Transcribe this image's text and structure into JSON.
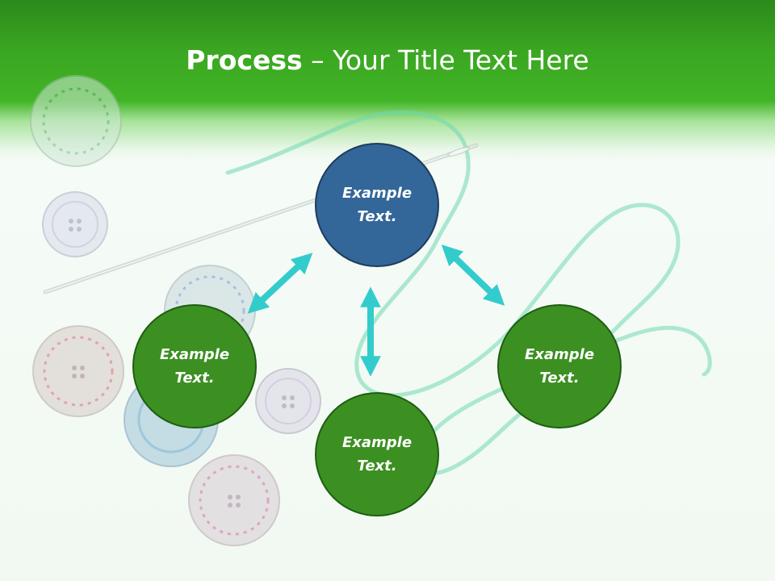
{
  "title": {
    "bold": "Process",
    "rest": " – Your Title Text Here"
  },
  "colors": {
    "header_green": "#3aa521",
    "center_node": "#336699",
    "outer_node": "#3b9021",
    "arrow": "#33cccc",
    "thread": "#7fe0b8"
  },
  "nodes": [
    {
      "line1": "Example",
      "line2": "Text."
    },
    {
      "line1": "Example",
      "line2": "Text."
    },
    {
      "line1": "Example",
      "line2": "Text."
    },
    {
      "line1": "Example",
      "line2": "Text."
    }
  ],
  "icons": [
    "double-arrow-icon",
    "needle-icon",
    "thread-icon",
    "button-icon"
  ]
}
